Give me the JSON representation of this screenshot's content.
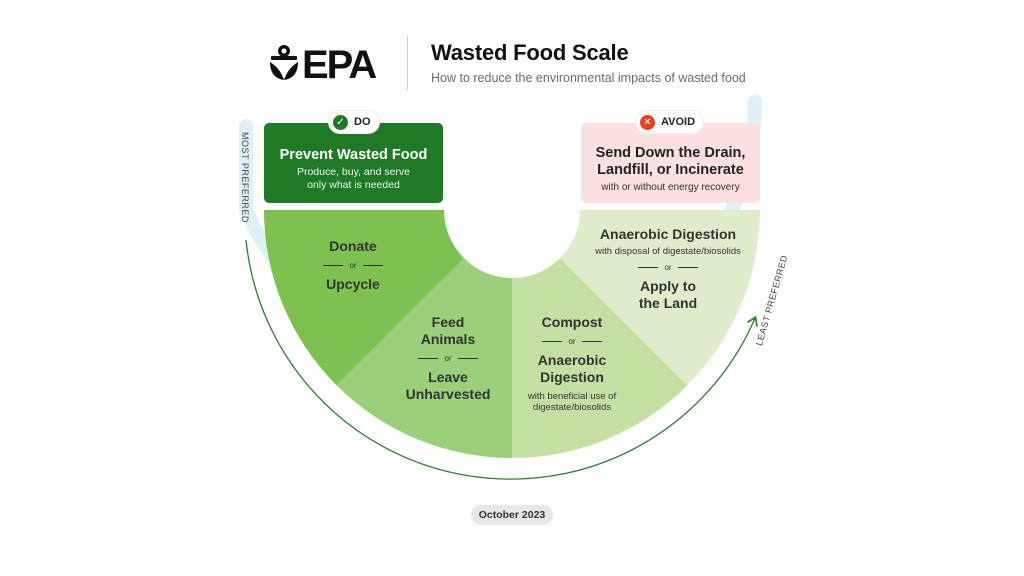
{
  "header": {
    "logo_text": "EPA",
    "title": "Wasted Food Scale",
    "subtitle": "How to reduce the environmental impacts of wasted food"
  },
  "do": {
    "badge_label": "DO",
    "badge_icon": "check-icon",
    "title": "Prevent Wasted Food",
    "subtitle_line1": "Produce, buy, and serve",
    "subtitle_line2": "only what is needed",
    "color": "#1f7a25"
  },
  "avoid": {
    "badge_label": "AVOID",
    "badge_icon": "x-icon",
    "title_line1": "Send Down the Drain,",
    "title_line2": "Landfill, or Incinerate",
    "subtitle": "with or without energy recovery",
    "color": "#fde0e0",
    "icon_color": "#e8401c"
  },
  "scale": {
    "most_preferred": "MOST PREFERRED",
    "least_preferred": "LEAST PREFERRED",
    "or_label": "or",
    "segments": [
      {
        "id": "donate",
        "color": "#7dc24f",
        "top": "Donate",
        "bottom": "Upcycle"
      },
      {
        "id": "feed",
        "color": "#9bcf79",
        "top_line1": "Feed",
        "top_line2": "Animals",
        "bottom_line1": "Leave",
        "bottom_line2": "Unharvested"
      },
      {
        "id": "compost",
        "color": "#c5e0a3",
        "top": "Compost",
        "bottom_line1": "Anaerobic",
        "bottom_line2": "Digestion",
        "note_line1": "with beneficial use of",
        "note_line2": "digestate/biosolids"
      },
      {
        "id": "ad-disposal",
        "color": "#e0edcd",
        "top": "Anaerobic Digestion",
        "top_note": "with disposal of digestate/biosolids",
        "bottom_line1": "Apply to",
        "bottom_line2": "the Land"
      }
    ],
    "arrow_color": "#2e7d32",
    "band_color": "#dff1f8"
  },
  "footer": {
    "date": "October 2023"
  }
}
